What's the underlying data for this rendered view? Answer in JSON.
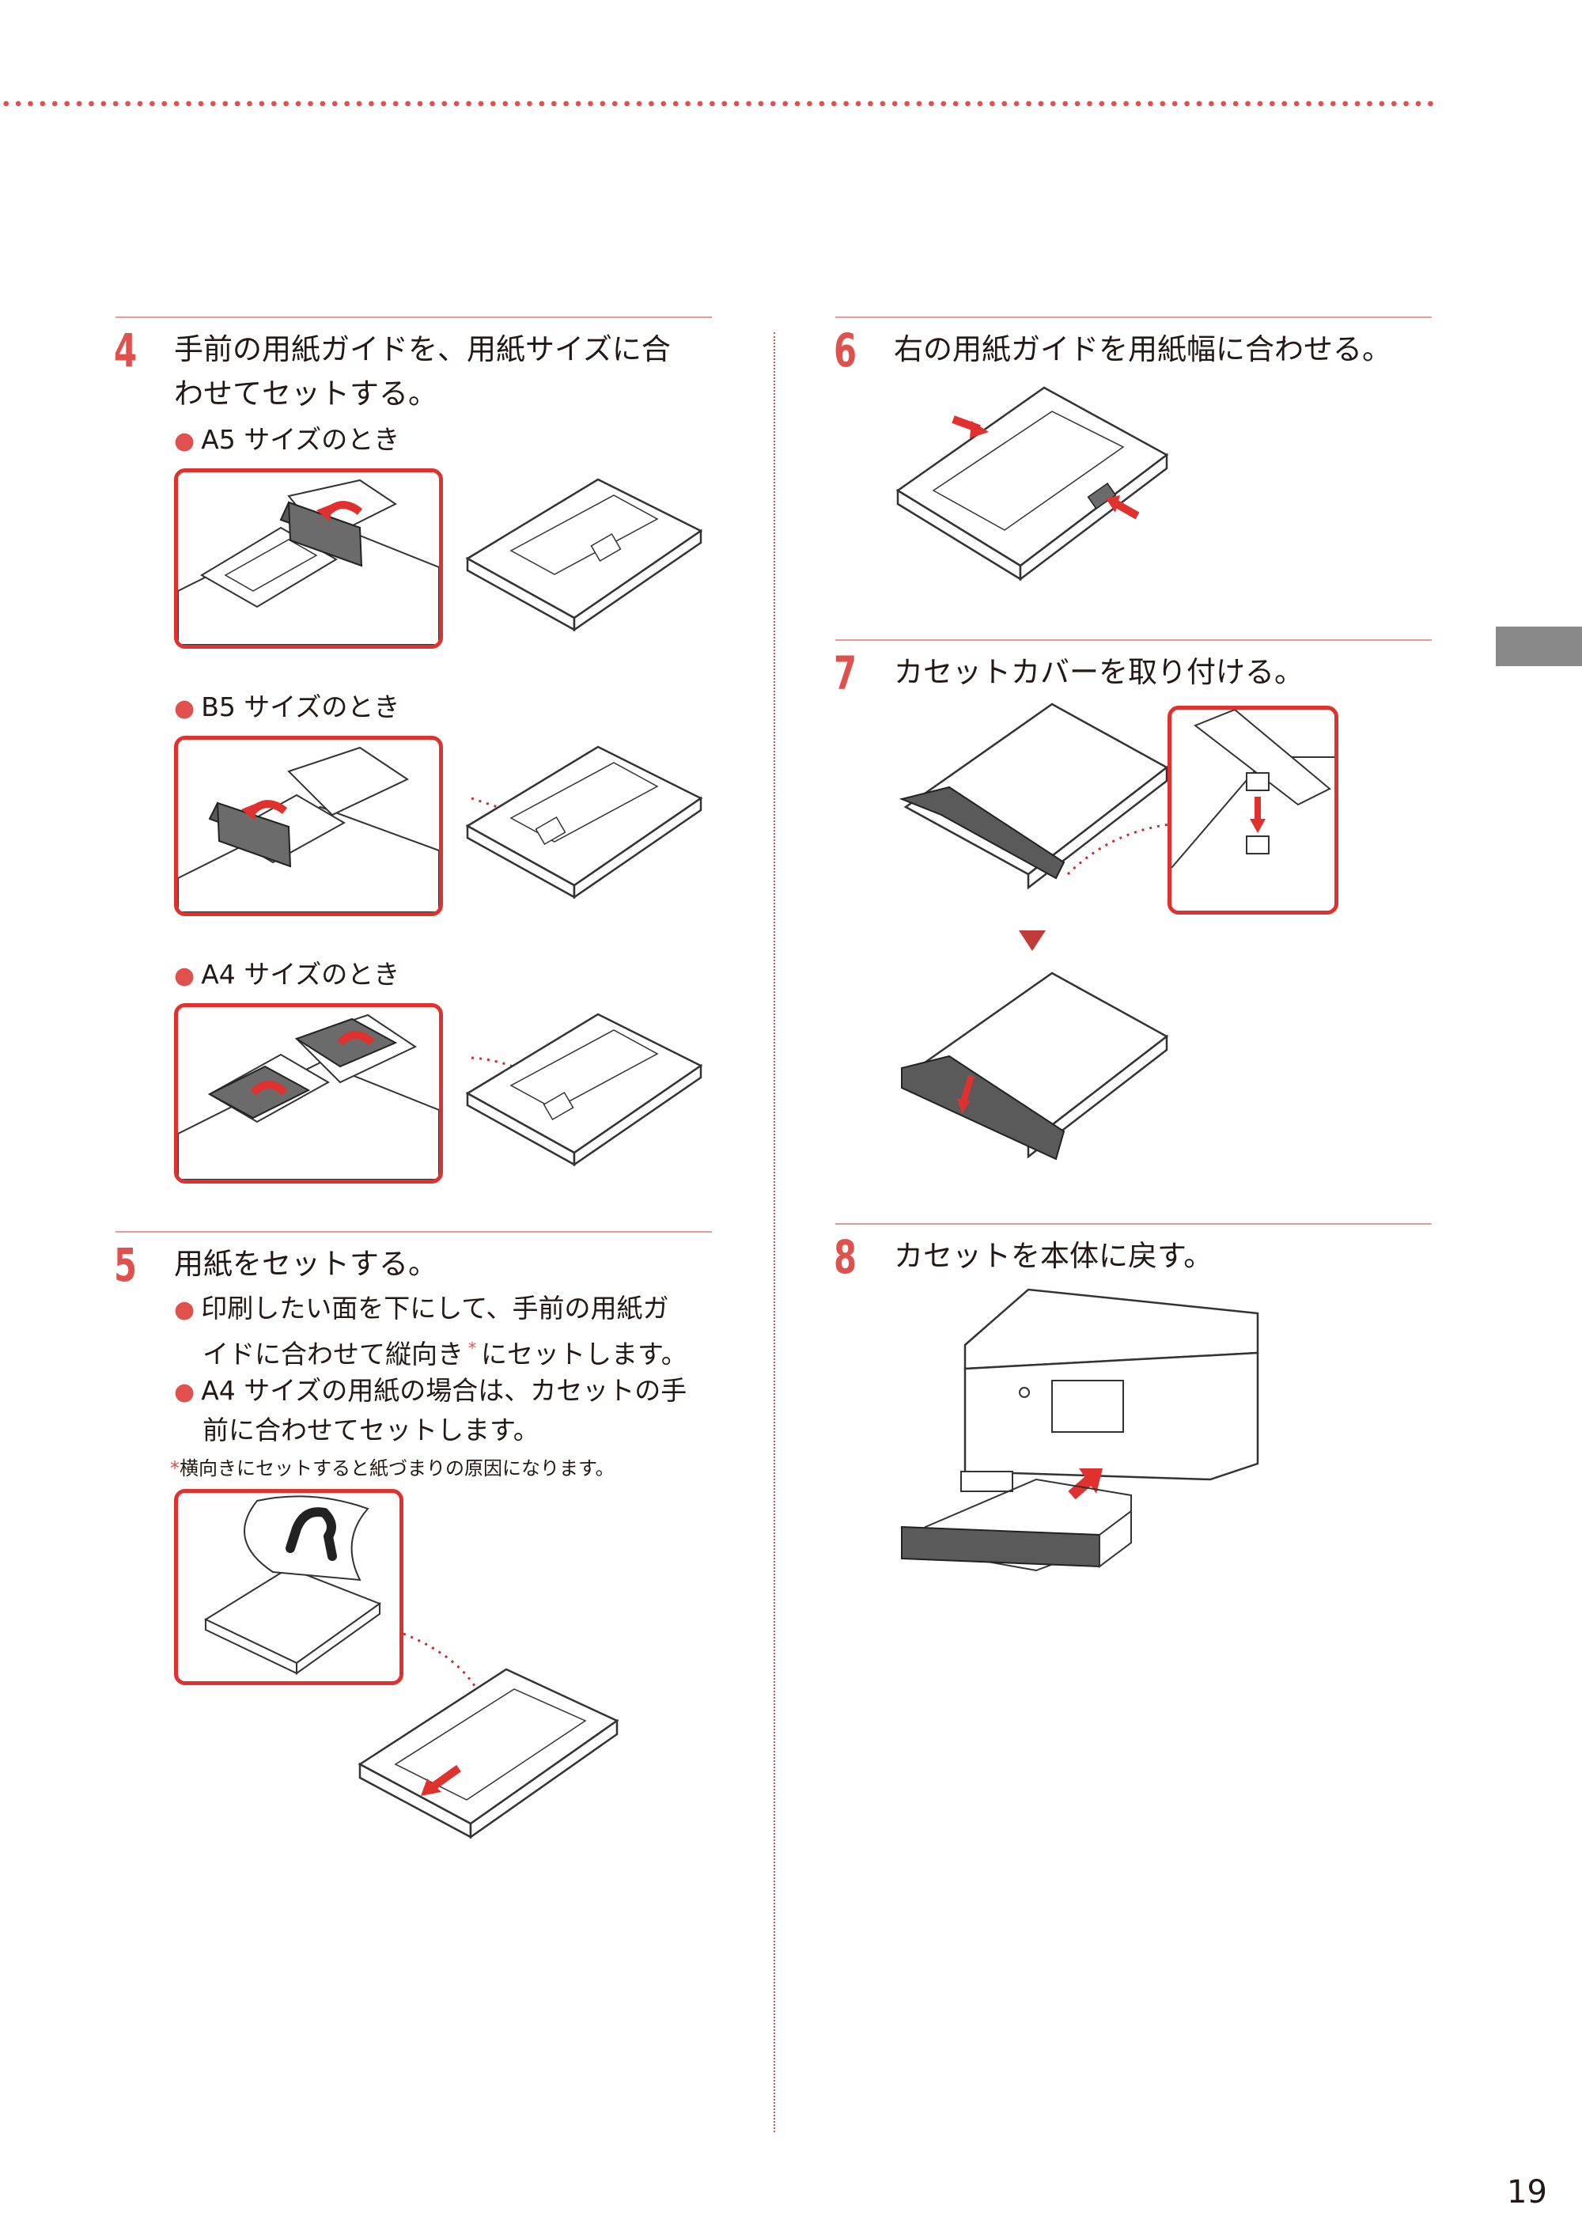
{
  "page_number": "19",
  "steps": {
    "s4": {
      "num": "4",
      "title_line1": "手前の用紙ガイドを、用紙サイズに合",
      "title_line2": "わせてセットする。",
      "a5": "A5 サイズのとき",
      "b5": "B5 サイズのとき",
      "a4": "A4 サイズのとき"
    },
    "s5": {
      "num": "5",
      "title": "用紙をセットする。",
      "bullet1_line1": "印刷したい面を下にして、手前の用紙ガ",
      "bullet1_line2_pre": "イドに合わせて縦向き",
      "bullet1_mark": "*",
      "bullet1_line2_post": "にセットします。",
      "bullet2_line1": "A4 サイズの用紙の場合は、カセットの手",
      "bullet2_line2": "前に合わせてセットします。",
      "note_mark": "*",
      "note": "横向きにセットすると紙づまりの原因になります。"
    },
    "s6": {
      "num": "6",
      "title": "右の用紙ガイドを用紙幅に合わせる。"
    },
    "s7": {
      "num": "7",
      "title": "カセットカバーを取り付ける。"
    },
    "s8": {
      "num": "8",
      "title": "カセットを本体に戻す。"
    }
  },
  "colors": {
    "accent": "#e0504d",
    "zoom_frame": "#e0312f",
    "tab": "#898989"
  }
}
